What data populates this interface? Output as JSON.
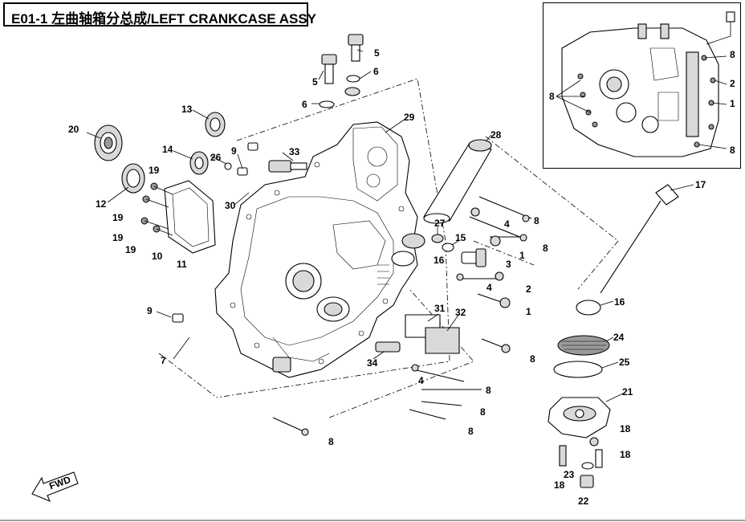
{
  "title": "E01-1 左曲轴箱分总成/LEFT CRANKCASE ASSY",
  "callouts": {
    "c1a": "1",
    "c1b": "1",
    "c1c": "1",
    "c2a": "2",
    "c2b": "2",
    "c3": "3",
    "c4a": "4",
    "c4b": "4",
    "c4c": "4",
    "c5a": "5",
    "c5b": "5",
    "c6a": "6",
    "c6b": "6",
    "c7": "7",
    "c8a": "8",
    "c8b": "8",
    "c8c": "8",
    "c8d": "8",
    "c8e": "8",
    "c8f": "8",
    "c8g": "8",
    "c8h": "8",
    "c8i": "8",
    "c8j": "8",
    "c9a": "9",
    "c9b": "9",
    "c10": "10",
    "c11": "11",
    "c12": "12",
    "c13": "13",
    "c14": "14",
    "c15": "15",
    "c16a": "16",
    "c16b": "16",
    "c17": "17",
    "c18a": "18",
    "c18b": "18",
    "c18c": "18",
    "c19a": "19",
    "c19b": "19",
    "c19c": "19",
    "c19d": "19",
    "c20": "20",
    "c21": "21",
    "c22": "22",
    "c23": "23",
    "c24": "24",
    "c25": "25",
    "c26": "26",
    "c27": "27",
    "c28": "28",
    "c29": "29",
    "c30": "30",
    "c31": "31",
    "c32": "32",
    "c33": "33",
    "c34": "34"
  },
  "fwd_label": "FWD"
}
